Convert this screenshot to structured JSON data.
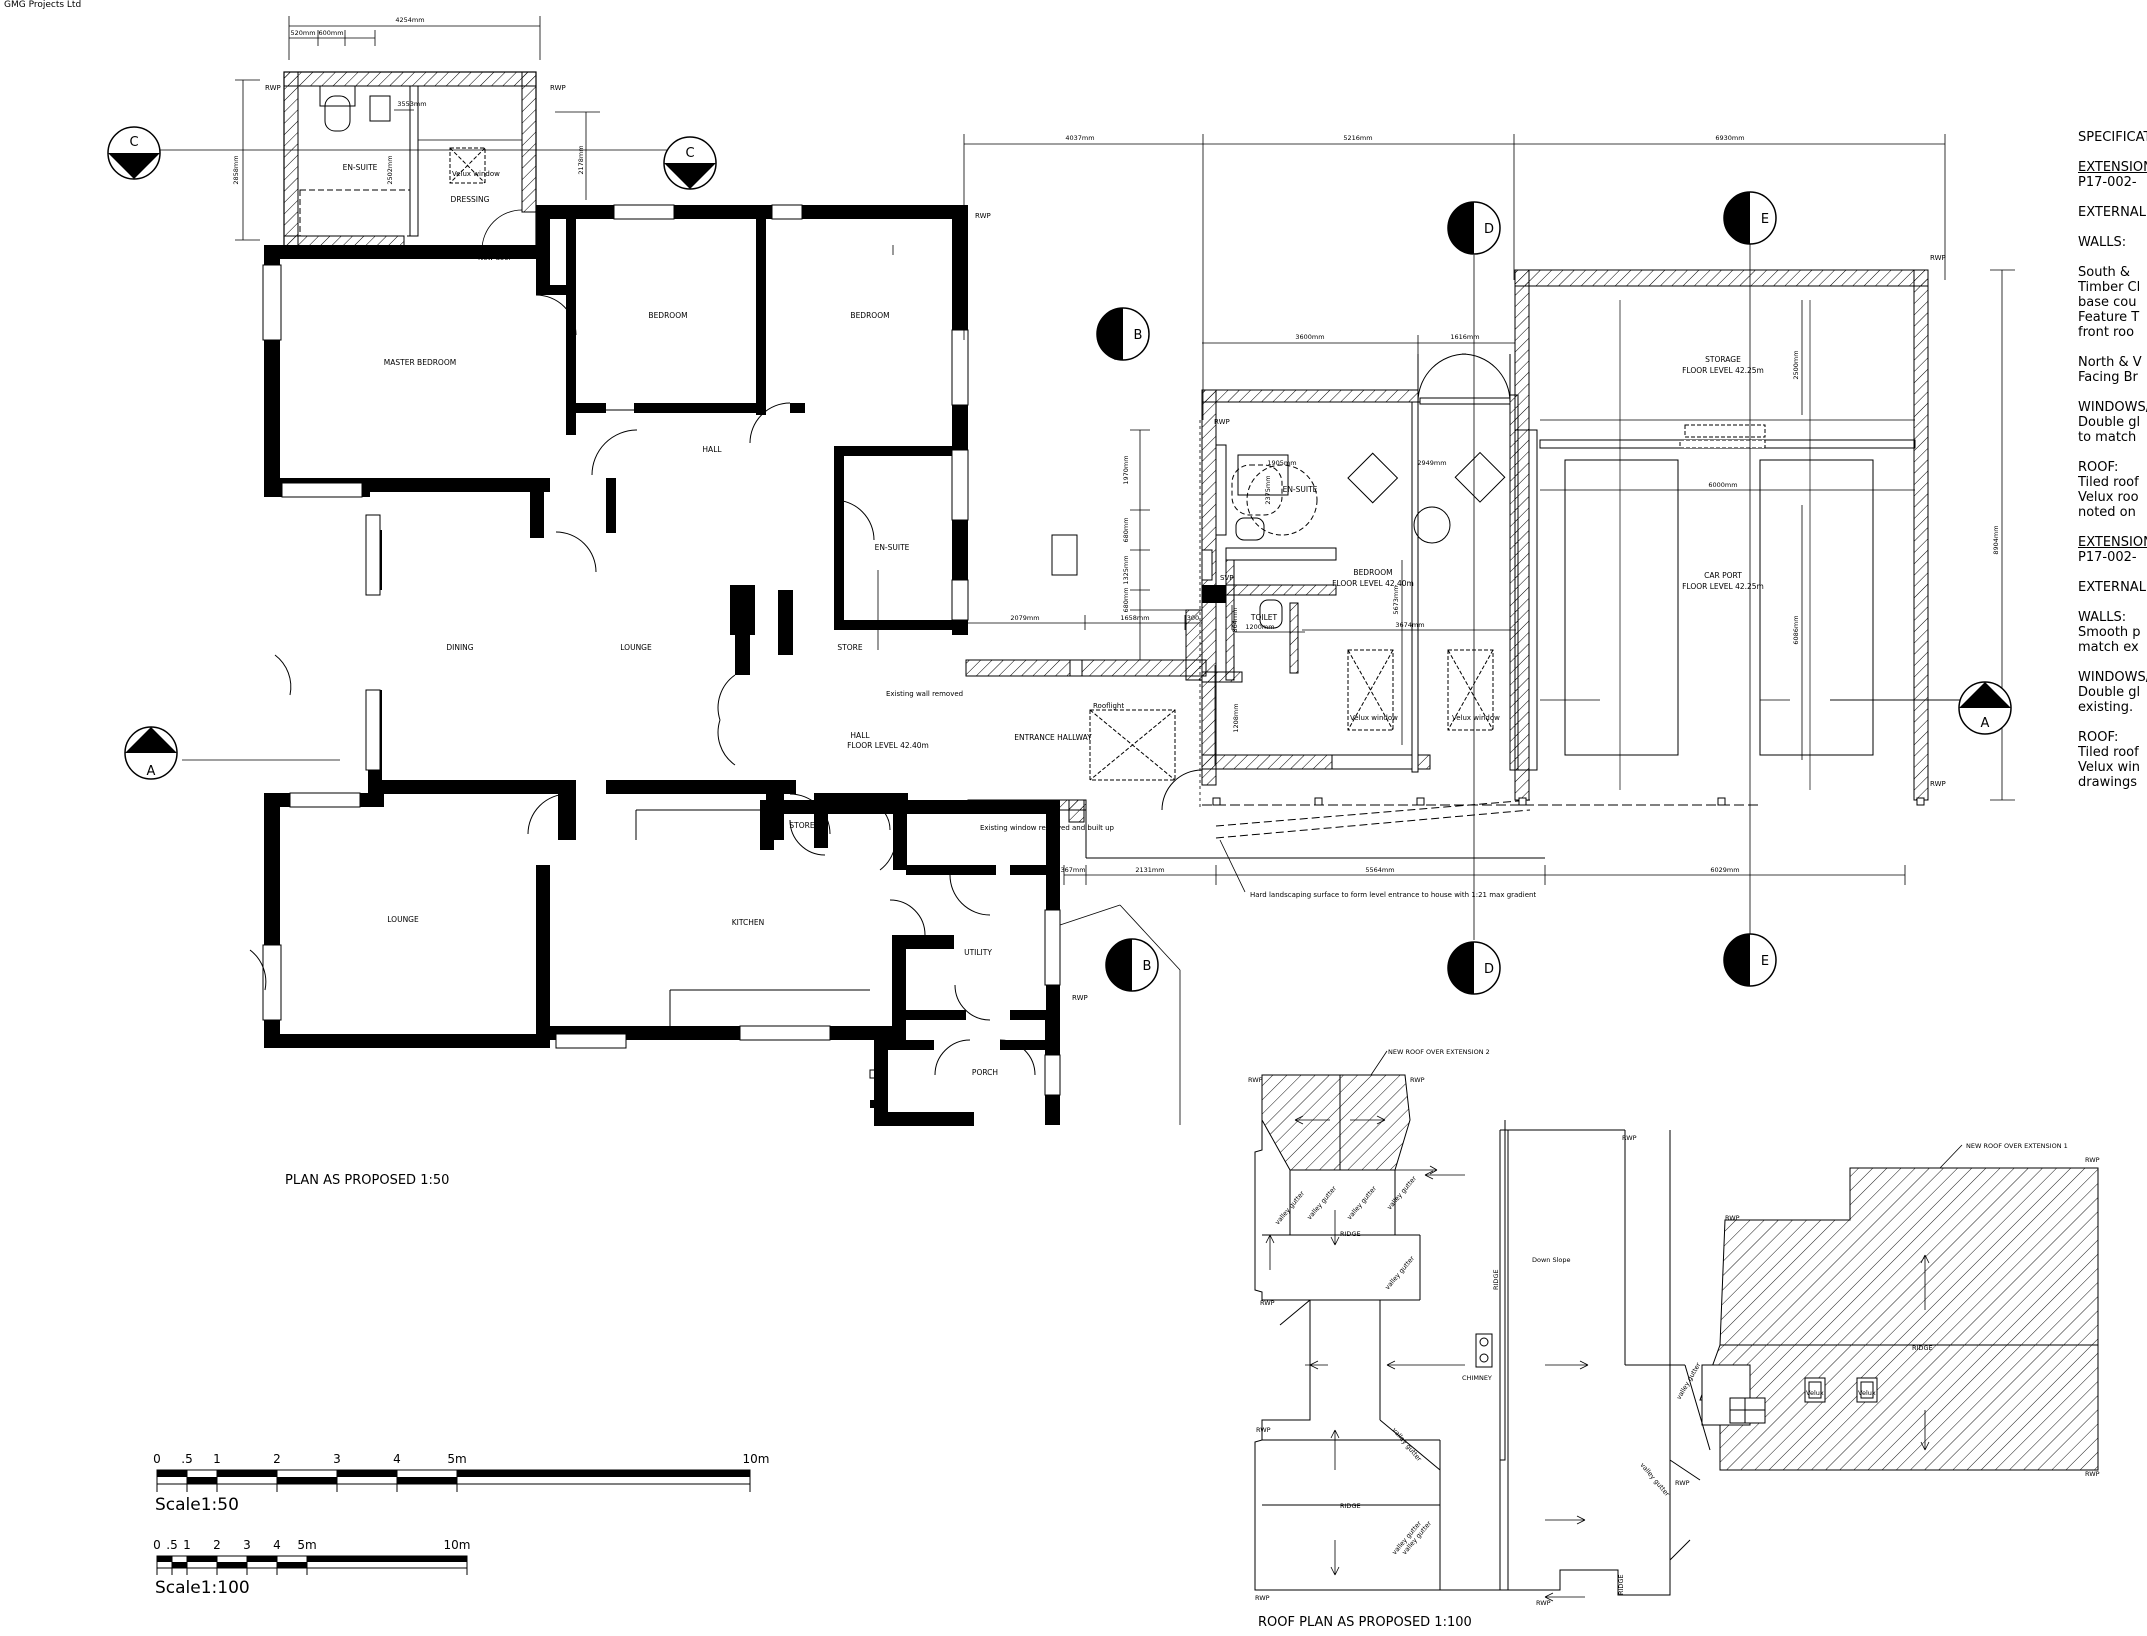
{
  "company": "GMG Projects Ltd",
  "titles": {
    "plan": "PLAN AS PROPOSED 1:50",
    "roof_plan": "ROOF PLAN AS PROPOSED 1:100"
  },
  "scale_bars": {
    "s50": {
      "label": "Scale1:50",
      "ticks": [
        "0",
        ".5",
        "1",
        "2",
        "3",
        "4",
        "5m",
        "10m"
      ]
    },
    "s100": {
      "label": "Scale1:100",
      "ticks": [
        "0",
        ".5",
        "1",
        "2",
        "3",
        "4",
        "5m",
        "10m"
      ]
    }
  },
  "rooms": {
    "en_suite_top": "EN-SUITE",
    "dressing": "DRESSING",
    "master_bedroom": "MASTER BEDROOM",
    "bedroom1": "BEDROOM",
    "bedroom2": "BEDROOM",
    "hall_top": "HALL",
    "en_suite_mid": "EN-SUITE",
    "dining": "DINING",
    "lounge_mid": "LOUNGE",
    "store1": "STORE",
    "store2": "STORE",
    "hall_main": "HALL",
    "hall_level": "FLOOR LEVEL 42.40m",
    "entrance": "ENTRANCE HALLWAY",
    "lounge_low": "LOUNGE",
    "kitchen": "KITCHEN",
    "utility": "UTILITY",
    "porch": "PORCH",
    "ext_en_suite": "EN-SUITE",
    "ext_bedroom": "BEDROOM",
    "ext_bedroom_level": "FLOOR LEVEL 42.40m",
    "toilet": "TOILET",
    "storage": "STORAGE",
    "storage_level": "FLOOR LEVEL 42.25m",
    "car_port": "CAR PORT",
    "car_port_level": "FLOOR LEVEL 42.25m"
  },
  "annotations": {
    "new_door": "New door",
    "velux": "Velux window",
    "existing_wall": "Existing wall removed",
    "existing_window": "Existing window removed and built up",
    "rooflight": "Rooflight",
    "svp": "SVP",
    "hard_landscaping": "Hard landscaping surface to form level entrance to house with 1:21 max gradient",
    "rwp": "RWP",
    "new_roof_ext2": "NEW ROOF OVER EXTENSION 2",
    "new_roof_ext1": "NEW ROOF OVER EXTENSION 1",
    "ridge": "RIDGE",
    "valley_gutter": "valley gutter",
    "down_slope": "Down Slope",
    "chimney": "CHIMNEY",
    "velux_short": "Velux"
  },
  "dimensions": {
    "d4254": "4254mm",
    "d520": "520mm",
    "d600": "600mm",
    "d3553": "3553mm",
    "d2858": "2858mm",
    "d2178": "2178mm",
    "d2502": "2502mm",
    "d4037": "4037mm",
    "d5216": "5216mm",
    "d6930": "6930mm",
    "d3600": "3600mm",
    "d1616": "1616mm",
    "d1905": "1905mm",
    "d2375": "2375mm",
    "d2949": "2949mm",
    "d1970": "1970mm",
    "d680a": "680mm",
    "d1325": "1325mm",
    "d680b": "680mm",
    "d2079": "2079mm",
    "d1658": "1658mm",
    "d300": "300",
    "d1200": "1200mm",
    "d864": "864mm",
    "d5673": "5673mm",
    "d3674": "3674mm",
    "d1208": "1208mm",
    "d2500": "2500mm",
    "d6000": "6000mm",
    "d6086": "6086mm",
    "d8904": "8904mm",
    "d367": "367mm",
    "d2131": "2131mm",
    "d5564": "5564mm",
    "d6029": "6029mm"
  },
  "section_markers": [
    "A",
    "B",
    "C",
    "D",
    "E"
  ],
  "specification": {
    "heading": "SPECIFICAT",
    "lines": [
      {
        "text": "EXTENSION",
        "underline": true
      },
      {
        "text": "P17-002-"
      },
      {
        "text": ""
      },
      {
        "text": "EXTERNAL"
      },
      {
        "text": ""
      },
      {
        "text": "WALLS:"
      },
      {
        "text": ""
      },
      {
        "text": "South & "
      },
      {
        "text": "Timber Cl"
      },
      {
        "text": "base cou"
      },
      {
        "text": "Feature T"
      },
      {
        "text": "front roo"
      },
      {
        "text": ""
      },
      {
        "text": "North & V"
      },
      {
        "text": "Facing Br"
      },
      {
        "text": ""
      },
      {
        "text": "WINDOWS/"
      },
      {
        "text": "Double gl"
      },
      {
        "text": "to match"
      },
      {
        "text": ""
      },
      {
        "text": "ROOF:"
      },
      {
        "text": "Tiled roof"
      },
      {
        "text": "Velux roo"
      },
      {
        "text": "noted on"
      },
      {
        "text": ""
      },
      {
        "text": "EXTENSION",
        "underline": true
      },
      {
        "text": "P17-002-"
      },
      {
        "text": ""
      },
      {
        "text": "EXTERNAL"
      },
      {
        "text": ""
      },
      {
        "text": "WALLS:"
      },
      {
        "text": "Smooth p"
      },
      {
        "text": "match ex"
      },
      {
        "text": ""
      },
      {
        "text": "WINDOWS/"
      },
      {
        "text": "Double gl"
      },
      {
        "text": "existing."
      },
      {
        "text": ""
      },
      {
        "text": "ROOF:"
      },
      {
        "text": "Tiled roof"
      },
      {
        "text": "Velux win"
      },
      {
        "text": "drawings"
      }
    ]
  }
}
